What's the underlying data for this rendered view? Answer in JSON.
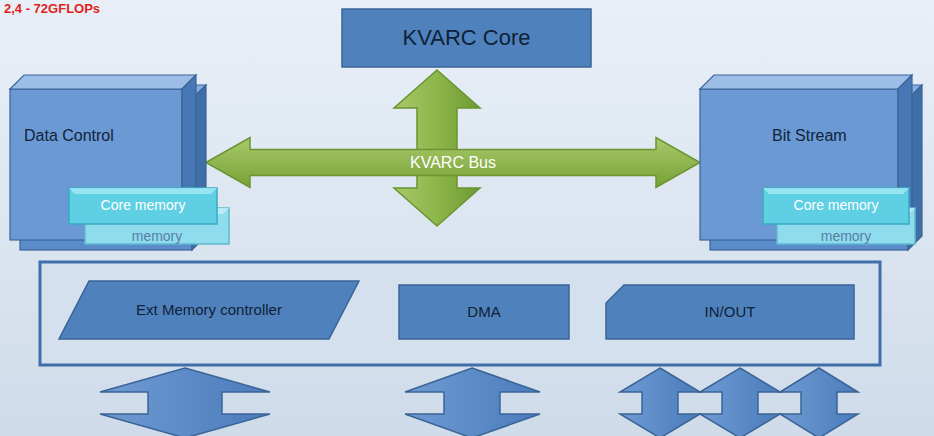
{
  "diagram": {
    "nodes": [
      {
        "text": [
          "KVARC Core"
        ]
      },
      {
        "text": [
          "Data Control"
        ]
      },
      {
        "text": [
          "Core memory"
        ],
        "in": 1
      },
      {
        "text": [
          "memory"
        ],
        "in": 1
      },
      {
        "text": [
          "Bit Stream"
        ]
      },
      {
        "text": [
          "Core memory"
        ],
        "in": 4
      },
      {
        "text": [
          "memory"
        ],
        "in": 4
      },
      {
        "text": [
          "Ext Memory controller"
        ]
      },
      {
        "text": [
          "DMA"
        ]
      },
      {
        "text": [
          "IN/OUT"
        ]
      }
    ],
    "edges": [
      {
        "from": 1,
        "to": 4,
        "arrow": "both",
        "label": "KVARC Bus"
      }
    ],
    "labels": [
      "2,4 - 72GFLOPs"
    ]
  }
}
